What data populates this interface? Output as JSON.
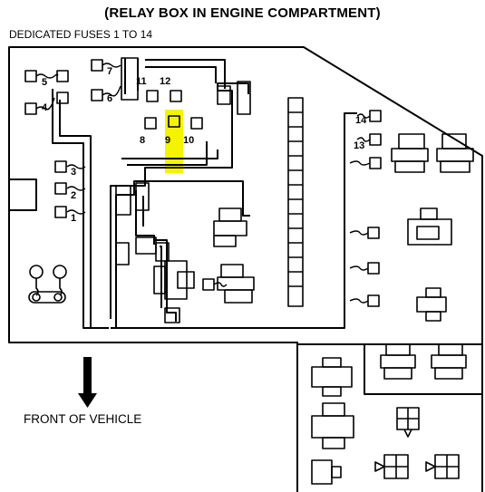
{
  "title": "(RELAY BOX IN ENGINE COMPARTMENT)",
  "subtitle": "DEDICATED FUSES 1 TO 14",
  "front_label": "FRONT OF VEHICLE",
  "highlight_color": "#f4f400",
  "fuses": [
    {
      "number": "1",
      "highlighted": false
    },
    {
      "number": "2",
      "highlighted": false
    },
    {
      "number": "3",
      "highlighted": false
    },
    {
      "number": "4",
      "highlighted": false
    },
    {
      "number": "5",
      "highlighted": false
    },
    {
      "number": "6",
      "highlighted": false
    },
    {
      "number": "7",
      "highlighted": false
    },
    {
      "number": "8",
      "highlighted": false
    },
    {
      "number": "9",
      "highlighted": true
    },
    {
      "number": "10",
      "highlighted": false
    },
    {
      "number": "11",
      "highlighted": false
    },
    {
      "number": "12",
      "highlighted": false
    },
    {
      "number": "13",
      "highlighted": false
    },
    {
      "number": "14",
      "highlighted": false
    }
  ]
}
